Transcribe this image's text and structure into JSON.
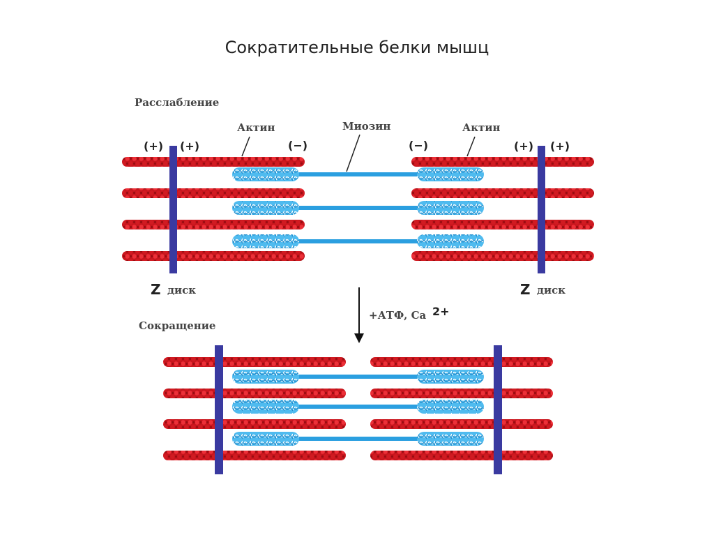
{
  "slide": {
    "title": "Сократительные белки мышц"
  },
  "relaxed": {
    "label": "Расслабление",
    "actin_left_label": "Актин",
    "actin_right_label": "Актин",
    "myosin_label": "Миозин",
    "plus_sign": "(+)",
    "minus_sign": "(−)",
    "z_letter": "Z",
    "z_label": "диск"
  },
  "transition": {
    "label": "+АТФ, Са",
    "superscript": "2+"
  },
  "contracted": {
    "label": "Сокращение"
  },
  "colors": {
    "actin": "#c8151d",
    "actin_dark": "#8e0b10",
    "myosin": "#2b9fe0",
    "myosin_head": "#5cc8f4",
    "z_disk": "#3a3aa0"
  }
}
